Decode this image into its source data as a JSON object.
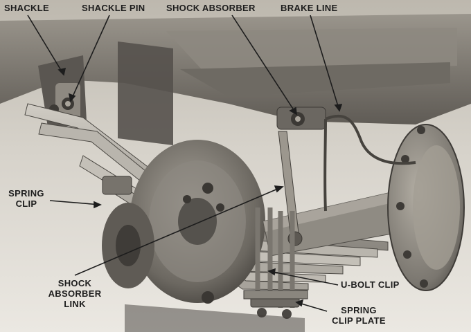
{
  "diagram": {
    "callouts": {
      "shackle": "SHACKLE",
      "shackle_pin": "SHACKLE PIN",
      "shock_absorber": "SHOCK ABSORBER",
      "brake_line": "BRAKE LINE",
      "spring_clip_1": "SPRING",
      "spring_clip_2": "CLIP",
      "shock_link_1": "SHOCK",
      "shock_link_2": "ABSORBER",
      "shock_link_3": "LINK",
      "u_bolt_clip": "U-BOLT CLIP",
      "spring_clip_plate_1": "SPRING",
      "spring_clip_plate_2": "CLIP PLATE"
    },
    "colors": {
      "label": "#1d1d1d",
      "paper": "#e6e3dc"
    }
  }
}
